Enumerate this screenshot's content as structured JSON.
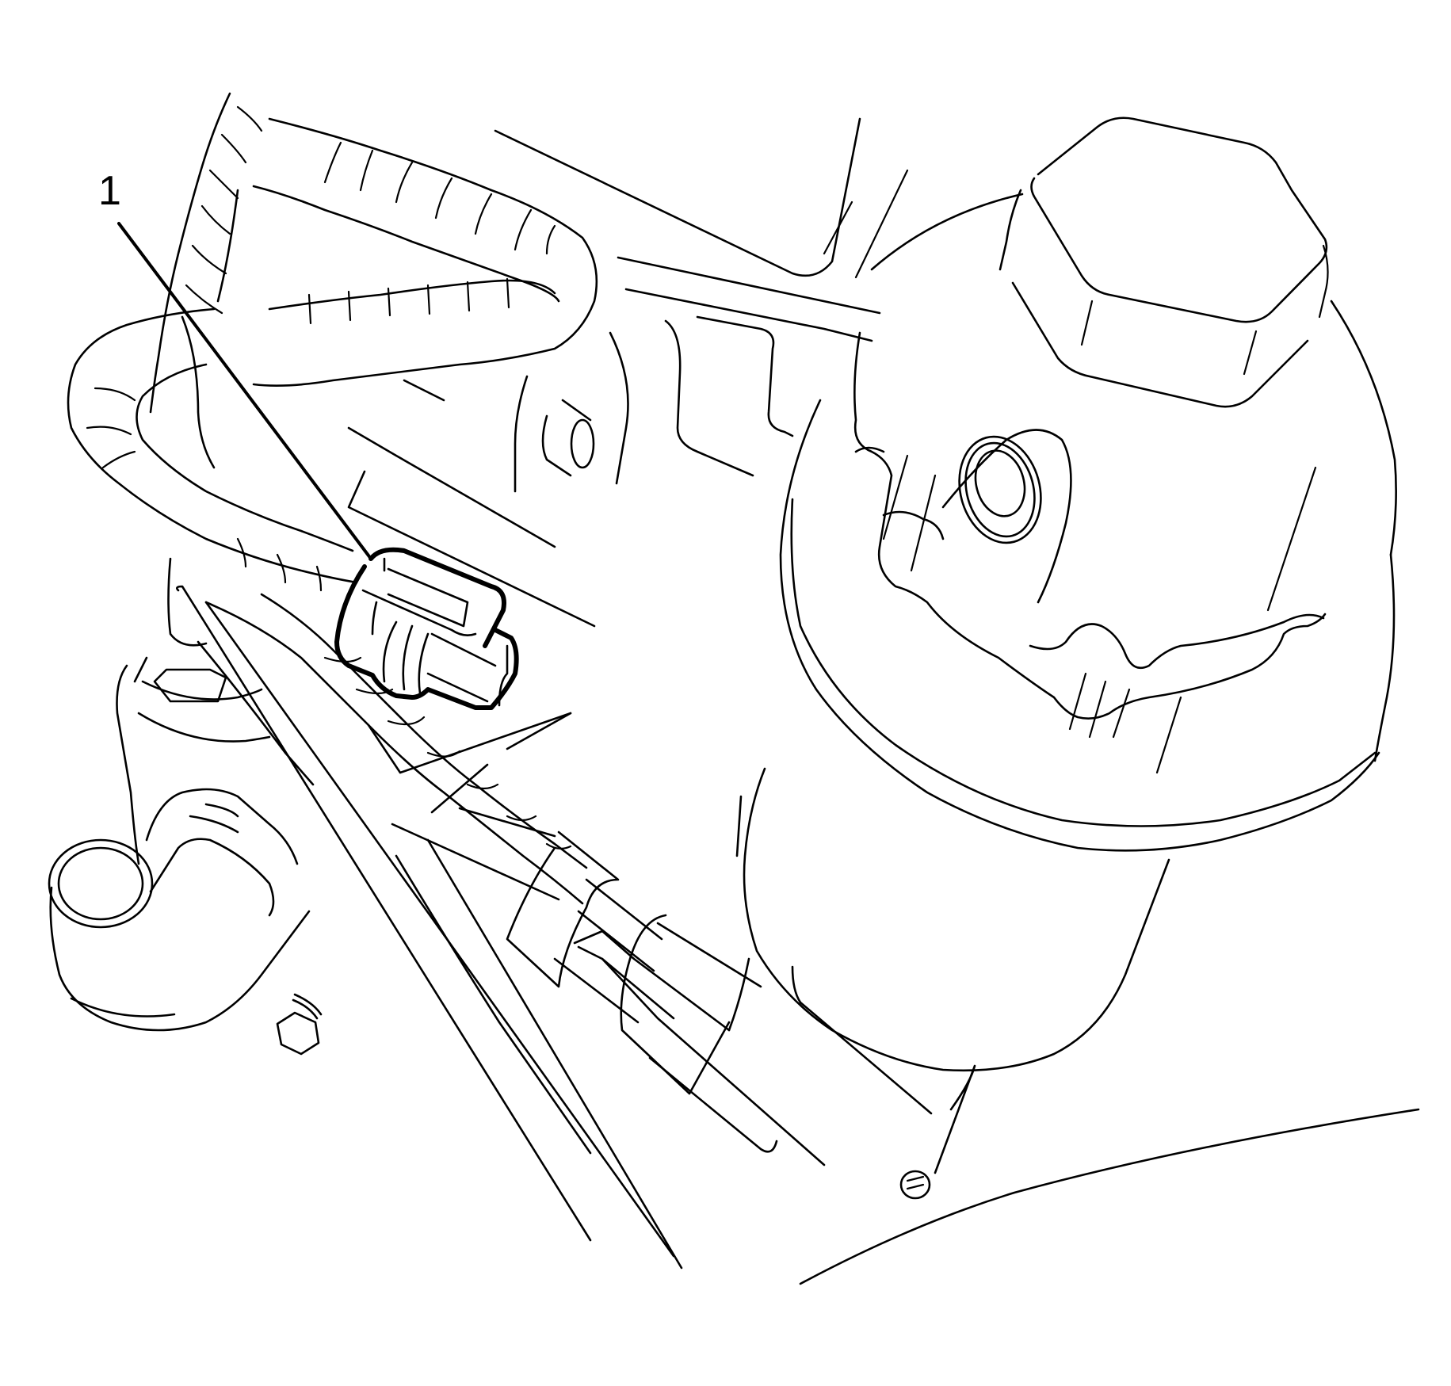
{
  "figure": {
    "type": "technical line illustration",
    "subject": "engine oil filter housing with wiring harness connector",
    "background": "#ffffff",
    "stroke_color": "#000000"
  },
  "callouts": [
    {
      "number": "1",
      "target": "harness electrical connector"
    }
  ]
}
